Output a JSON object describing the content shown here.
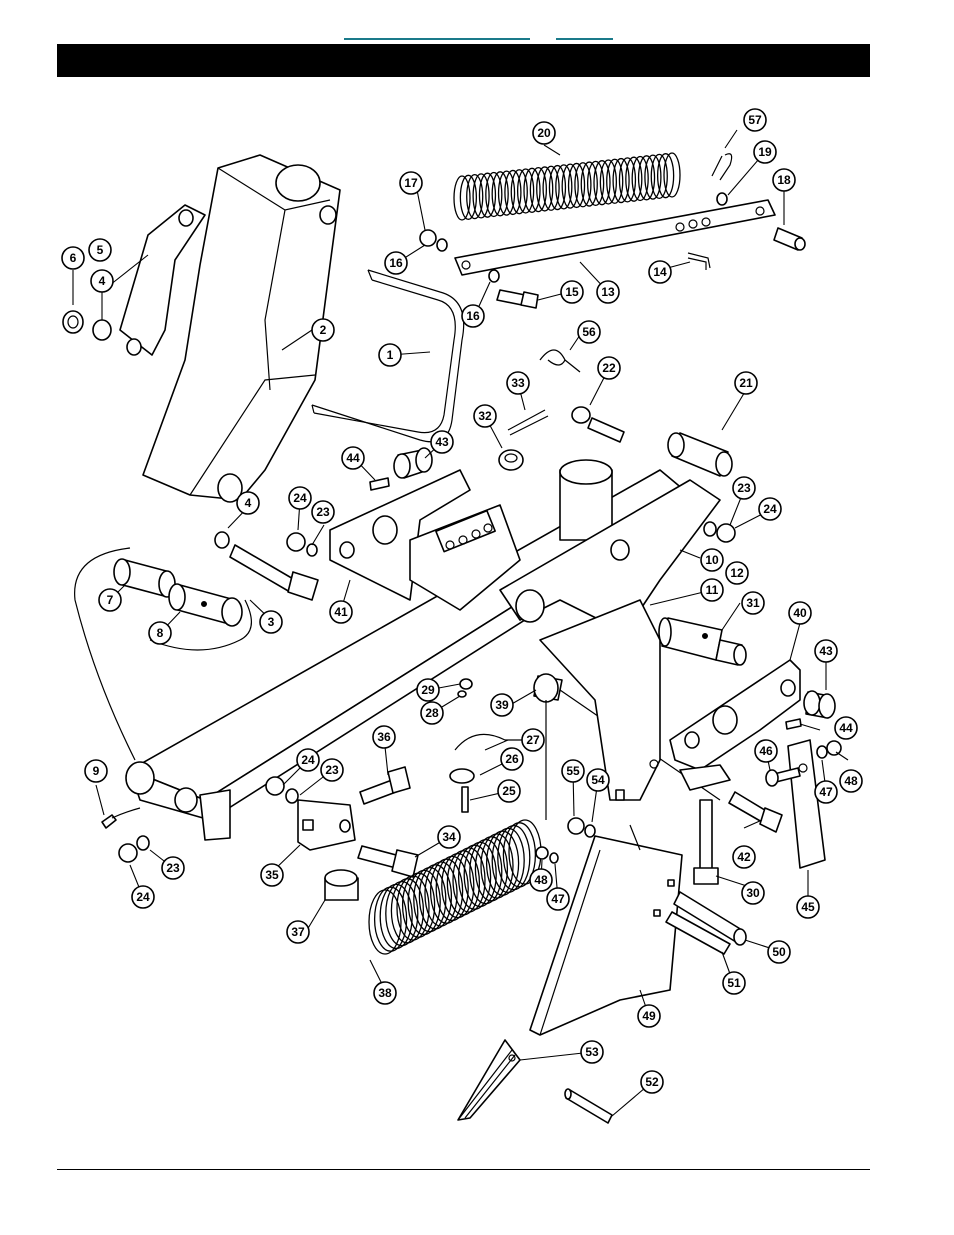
{
  "header": {
    "title": ""
  },
  "colors": {
    "header_bar": "#000000",
    "link_underline": "#1a7a8a"
  },
  "callouts": [
    {
      "id": "c1",
      "label": "1"
    },
    {
      "id": "c2",
      "label": "2"
    },
    {
      "id": "c3",
      "label": "3"
    },
    {
      "id": "c4a",
      "label": "4"
    },
    {
      "id": "c4b",
      "label": "4"
    },
    {
      "id": "c5",
      "label": "5"
    },
    {
      "id": "c6",
      "label": "6"
    },
    {
      "id": "c7",
      "label": "7"
    },
    {
      "id": "c8",
      "label": "8"
    },
    {
      "id": "c9",
      "label": "9"
    },
    {
      "id": "c10",
      "label": "10"
    },
    {
      "id": "c11",
      "label": "11"
    },
    {
      "id": "c12",
      "label": "12"
    },
    {
      "id": "c13",
      "label": "13"
    },
    {
      "id": "c14",
      "label": "14"
    },
    {
      "id": "c15",
      "label": "15"
    },
    {
      "id": "c16a",
      "label": "16"
    },
    {
      "id": "c16b",
      "label": "16"
    },
    {
      "id": "c17",
      "label": "17"
    },
    {
      "id": "c18",
      "label": "18"
    },
    {
      "id": "c19",
      "label": "19"
    },
    {
      "id": "c20",
      "label": "20"
    },
    {
      "id": "c21",
      "label": "21"
    },
    {
      "id": "c22",
      "label": "22"
    },
    {
      "id": "c23a",
      "label": "23"
    },
    {
      "id": "c23b",
      "label": "23"
    },
    {
      "id": "c23c",
      "label": "23"
    },
    {
      "id": "c23d",
      "label": "23"
    },
    {
      "id": "c24a",
      "label": "24"
    },
    {
      "id": "c24b",
      "label": "24"
    },
    {
      "id": "c24c",
      "label": "24"
    },
    {
      "id": "c24d",
      "label": "24"
    },
    {
      "id": "c25",
      "label": "25"
    },
    {
      "id": "c26",
      "label": "26"
    },
    {
      "id": "c27",
      "label": "27"
    },
    {
      "id": "c28",
      "label": "28"
    },
    {
      "id": "c29",
      "label": "29"
    },
    {
      "id": "c30",
      "label": "30"
    },
    {
      "id": "c31",
      "label": "31"
    },
    {
      "id": "c32",
      "label": "32"
    },
    {
      "id": "c33",
      "label": "33"
    },
    {
      "id": "c34",
      "label": "34"
    },
    {
      "id": "c35",
      "label": "35"
    },
    {
      "id": "c36",
      "label": "36"
    },
    {
      "id": "c37",
      "label": "37"
    },
    {
      "id": "c38",
      "label": "38"
    },
    {
      "id": "c39",
      "label": "39"
    },
    {
      "id": "c40",
      "label": "40"
    },
    {
      "id": "c41",
      "label": "41"
    },
    {
      "id": "c42",
      "label": "42"
    },
    {
      "id": "c43a",
      "label": "43"
    },
    {
      "id": "c43b",
      "label": "43"
    },
    {
      "id": "c44a",
      "label": "44"
    },
    {
      "id": "c44b",
      "label": "44"
    },
    {
      "id": "c45",
      "label": "45"
    },
    {
      "id": "c46",
      "label": "46"
    },
    {
      "id": "c47a",
      "label": "47"
    },
    {
      "id": "c47b",
      "label": "47"
    },
    {
      "id": "c48a",
      "label": "48"
    },
    {
      "id": "c48b",
      "label": "48"
    },
    {
      "id": "c49",
      "label": "49"
    },
    {
      "id": "c50",
      "label": "50"
    },
    {
      "id": "c51",
      "label": "51"
    },
    {
      "id": "c52",
      "label": "52"
    },
    {
      "id": "c53",
      "label": "53"
    },
    {
      "id": "c54",
      "label": "54"
    },
    {
      "id": "c55",
      "label": "55"
    },
    {
      "id": "c56",
      "label": "56"
    },
    {
      "id": "c57",
      "label": "57"
    }
  ]
}
